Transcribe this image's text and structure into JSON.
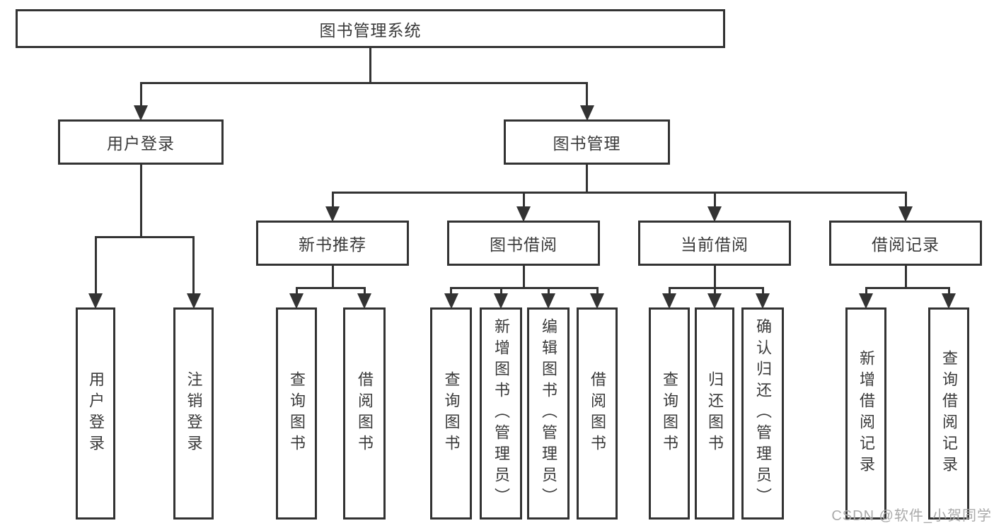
{
  "diagram_title": "图书管理系统",
  "watermark": "CSDN @软件_小贺同学",
  "colors": {
    "line": "#333333",
    "text": "#3a3a3a",
    "watermark": "#aaaaaa",
    "background": "#ffffff"
  },
  "nodes": [
    {
      "id": "system",
      "label": "图书管理系统",
      "children": [
        "user_login",
        "book_mgmt"
      ]
    },
    {
      "id": "user_login",
      "label": "用户登录",
      "children": [
        "leaf_user_login",
        "leaf_logout"
      ]
    },
    {
      "id": "book_mgmt",
      "label": "图书管理",
      "children": [
        "new_book_rec",
        "book_borrow",
        "current_borrow",
        "borrow_records"
      ]
    },
    {
      "id": "new_book_rec",
      "label": "新书推荐",
      "children": [
        "leaf_query_book_1",
        "leaf_borrow_book_1"
      ]
    },
    {
      "id": "book_borrow",
      "label": "图书借阅",
      "children": [
        "leaf_query_book_2",
        "leaf_add_book",
        "leaf_edit_book",
        "leaf_borrow_book_2"
      ]
    },
    {
      "id": "current_borrow",
      "label": "当前借阅",
      "children": [
        "leaf_query_book_3",
        "leaf_return_book",
        "leaf_confirm_return"
      ]
    },
    {
      "id": "borrow_records",
      "label": "借阅记录",
      "children": [
        "leaf_add_record",
        "leaf_query_record"
      ]
    },
    {
      "id": "leaf_user_login",
      "label": "用户登录",
      "children": []
    },
    {
      "id": "leaf_logout",
      "label": "注销登录",
      "children": []
    },
    {
      "id": "leaf_query_book_1",
      "label": "查询图书",
      "children": []
    },
    {
      "id": "leaf_borrow_book_1",
      "label": "借阅图书",
      "children": []
    },
    {
      "id": "leaf_query_book_2",
      "label": "查询图书",
      "children": []
    },
    {
      "id": "leaf_add_book",
      "label": "新增图书（管理员）",
      "children": []
    },
    {
      "id": "leaf_edit_book",
      "label": "编辑图书（管理员）",
      "children": []
    },
    {
      "id": "leaf_borrow_book_2",
      "label": "借阅图书",
      "children": []
    },
    {
      "id": "leaf_query_book_3",
      "label": "查询图书",
      "children": []
    },
    {
      "id": "leaf_return_book",
      "label": "归还图书",
      "children": []
    },
    {
      "id": "leaf_confirm_return",
      "label": "确认归还（管理员）",
      "children": []
    },
    {
      "id": "leaf_add_record",
      "label": "新增借阅记录",
      "children": []
    },
    {
      "id": "leaf_query_record",
      "label": "查询借阅记录",
      "children": []
    }
  ]
}
